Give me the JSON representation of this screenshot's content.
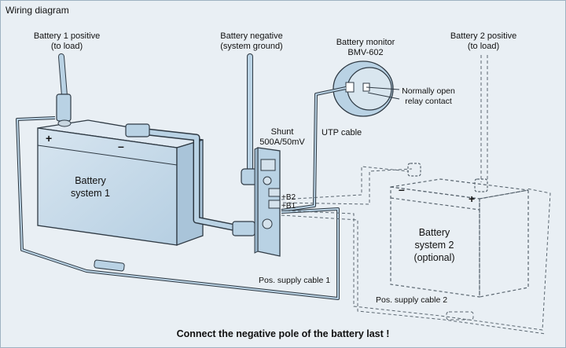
{
  "title": "Wiring diagram",
  "labels": {
    "battery1_positive": [
      "Battery 1 positive",
      "(to load)"
    ],
    "battery_negative": [
      "Battery negative",
      "(system ground)"
    ],
    "battery_monitor": [
      "Battery monitor",
      "BMV-602"
    ],
    "battery2_positive": [
      "Battery 2 positive",
      "(to load)"
    ],
    "relay": [
      "Normally open",
      "relay contact"
    ],
    "shunt": [
      "Shunt",
      "500A/50mV"
    ],
    "utp_cable": "UTP cable",
    "battery1": [
      "Battery",
      "system 1"
    ],
    "battery2": [
      "Battery",
      "system 2",
      "(optional)"
    ],
    "pos_supply_1": "Pos. supply cable 1",
    "pos_supply_2": "Pos. supply cable 2",
    "terminal_b2": "+B2",
    "terminal_b1": "+B1",
    "plus": "+",
    "minus": "–"
  },
  "warning": "Connect the negative pole of the battery last !",
  "colors": {
    "background": "#e9eff4",
    "battery_fill": "#c6d9e8",
    "cable_fill": "#b9d2e4",
    "outline": "#2f3a44",
    "dashed": "#5a6670"
  }
}
